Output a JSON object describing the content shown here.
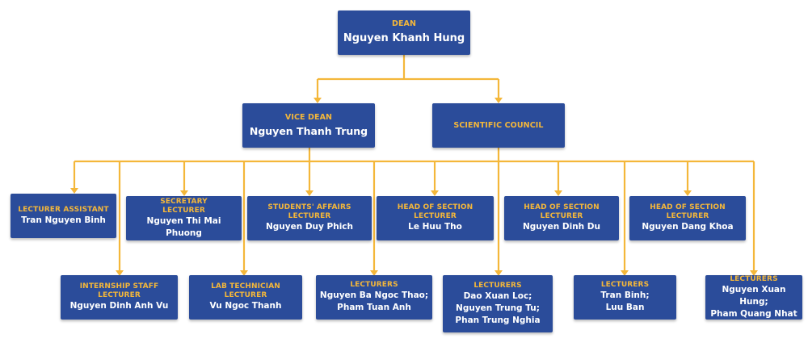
{
  "colors": {
    "box": "#2b4c9a",
    "role_text": "#f4b73a",
    "name_text": "#ffffff",
    "connector": "#f4b73a"
  },
  "dean": {
    "role": "DEAN",
    "name": "Nguyen Khanh Hung"
  },
  "vice_dean": {
    "role": "VICE DEAN",
    "name": "Nguyen Thanh Trung"
  },
  "scientific_council": {
    "role": "SCIENTIFIC COUNCIL"
  },
  "lecturer_assistant": {
    "role": "LECTURER ASSISTANT",
    "name": "Tran Nguyen Binh"
  },
  "secretary": {
    "role": "SECRETARY\nLECTURER",
    "name": "Nguyen Thi Mai Phuong"
  },
  "students_affairs": {
    "role": "STUDENTS' AFFAIRS\nLECTURER",
    "name": "Nguyen Duy Phich"
  },
  "head_section_1": {
    "role": "HEAD OF SECTION\nLECTURER",
    "name": "Le Huu Tho"
  },
  "head_section_2": {
    "role": "HEAD OF SECTION\nLECTURER",
    "name": "Nguyen Dinh Du"
  },
  "head_section_3": {
    "role": "HEAD OF SECTION\nLECTURER",
    "name": "Nguyen Dang Khoa"
  },
  "internship_staff": {
    "role": "INTERNSHIP STAFF\nLECTURER",
    "name": "Nguyen Dinh Anh Vu"
  },
  "lab_technician": {
    "role": "LAB TECHNICIAN\nLECTURER",
    "name": "Vu Ngoc Thanh"
  },
  "lecturers_1": {
    "role": "LECTURERS",
    "name": "Nguyen Ba Ngoc Thao;\nPham Tuan Anh"
  },
  "lecturers_2": {
    "role": "LECTURERS",
    "name": "Dao Xuan Loc;\nNguyen Trung Tu;\nPhan Trung Nghia"
  },
  "lecturers_3": {
    "role": "LECTURERS",
    "name": "Tran Binh;\nLuu Ban"
  },
  "lecturers_4": {
    "role": "LECTURERS",
    "name": "Nguyen Xuan Hung;\nPham Quang Nhat"
  }
}
